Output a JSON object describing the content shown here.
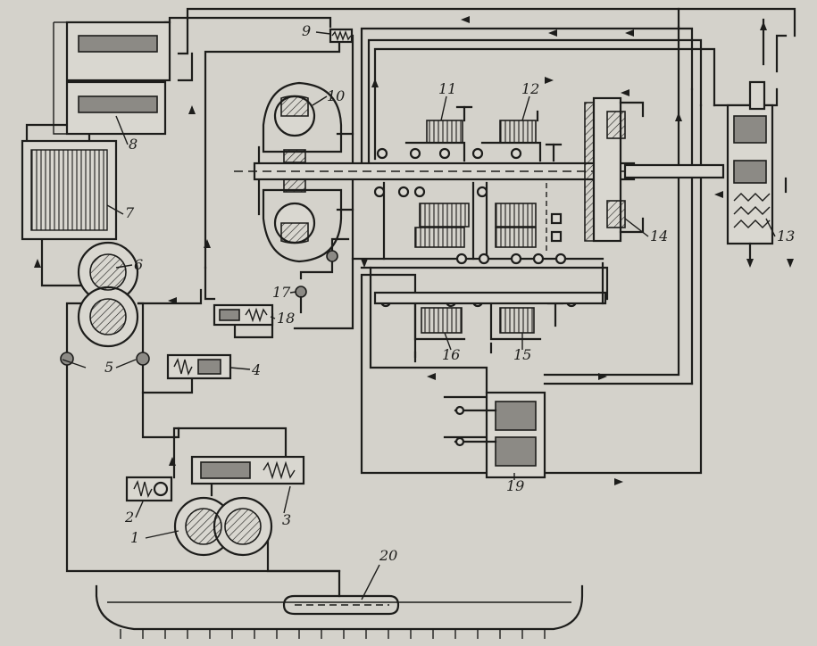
{
  "labels": {
    "n1": "1",
    "n2": "2",
    "n3": "3",
    "n4": "4",
    "n5": "5",
    "n6": "6",
    "n7": "7",
    "n8": "8",
    "n9": "9",
    "n10": "10",
    "n11": "11",
    "n12": "12",
    "n13": "13",
    "n14": "14",
    "n15": "15",
    "n16": "16",
    "n17": "17",
    "n18": "18",
    "n19": "19",
    "n20": "20"
  },
  "colors": {
    "ink": "#1d1d1b",
    "paper": "#d4d2cb"
  }
}
